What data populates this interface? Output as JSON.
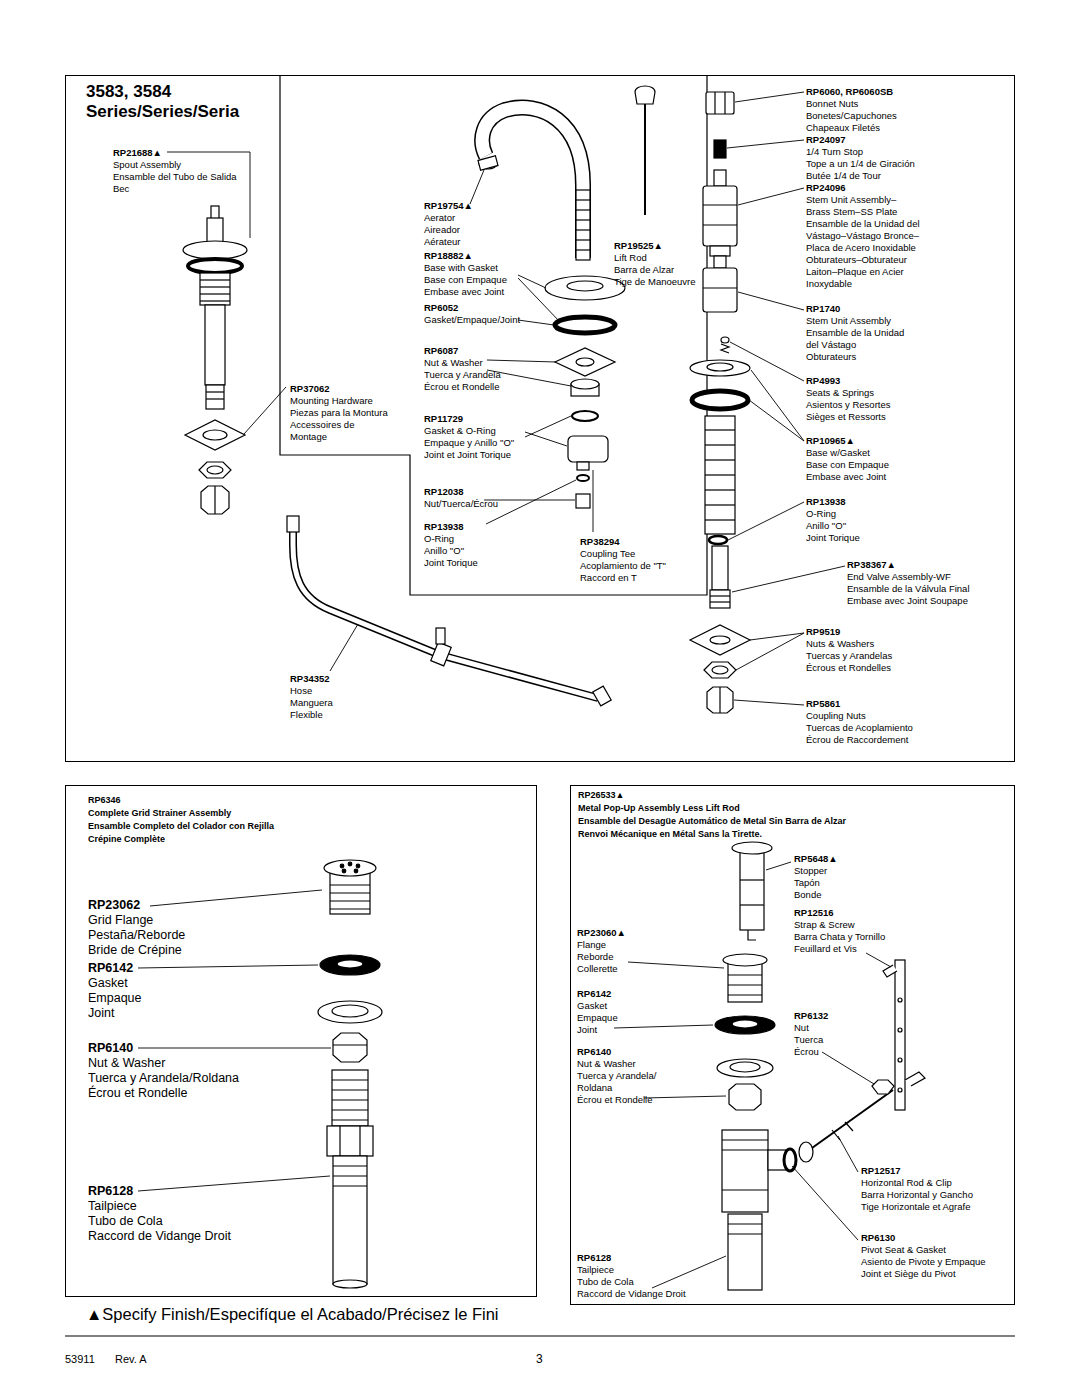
{
  "diagram": {
    "nodes": [
      {
        "text": [
          "3583, 3584",
          "Series/Series/Seria"
        ]
      },
      {
        "text": [
          "RP6346",
          "Complete Grid Strainer Assembly",
          "Ensamble Completo del Colador con Rejilla",
          "Crépine Complète"
        ]
      },
      {
        "text": [
          "RP26533▲",
          "Metal Pop-Up Assembly Less Lift Rod",
          "Ensamble del Desagüe Automático de Metal Sin Barra de Alzar",
          "Renvoi Mécanique en Métal Sans la Tirette."
        ]
      }
    ],
    "labels": [
      "RP21688▲",
      "Spout Assembly",
      "Ensamble del Tubo de Salida",
      "Bec",
      "RP19754▲",
      "Aerator",
      "Aireador",
      "Aérateur",
      "RP18882▲",
      "Base with Gasket",
      "Base con Empaque",
      "Embase avec Joint",
      "RP6052",
      "Gasket/Empaque/Joint",
      "RP6087",
      "Nut & Washer",
      "Tuerca y Arandela",
      "Écrou et Rondelle",
      "RP37062",
      "Mounting Hardware",
      "Piezas para la Montura",
      "Accessoires de",
      "Montage",
      "RP11729",
      "Gasket & O-Ring",
      "Empaque y Anillo \"O\"",
      "Joint et Joint Torique",
      "RP12038",
      "Nut/Tuerca/Écrou",
      "RP13938",
      "O-Ring",
      "Anillo \"O\"",
      "Joint Torique",
      "RP38294",
      "Coupling Tee",
      "Acoplamiento de \"T\"",
      "Raccord en T",
      "RP19525▲",
      "Lift Rod",
      "Barra de Alzar",
      "Tige de Manoeuvre",
      "RP6060, RP6060SB",
      "Bonnet Nuts",
      "Bonetes/Capuchones",
      "Chapeaux Filetés",
      "RP24097",
      "1/4 Turn Stop",
      "Tope a un 1/4 de Giración",
      "Butée 1/4 de Tour",
      "RP24096",
      "Stem Unit Assembly–",
      "Brass Stem–SS Plate",
      "Ensamble de la Unidad del",
      "Vástago–Vástago Bronce–",
      "Placa de Acero Inoxidable",
      "Obturateurs–Obturateur",
      "Laiton–Plaque en Acier",
      "Inoxydable",
      "RP1740",
      "Stem Unit Assembly",
      "Ensamble de la Unidad",
      "del Vástago",
      "Obturateurs",
      "RP4993",
      "Seats & Springs",
      "Asientos y Resortes",
      "Sièges et Ressorts",
      "RP10965▲",
      "Base w/Gasket",
      "Base con Empaque",
      "Embase avec Joint",
      "RP13938",
      "O-Ring",
      "Anillo \"O\"",
      "Joint Torique",
      "RP38367▲",
      "End Valve Assembly-WF",
      "Ensamble de la Válvula Final",
      "Embase avec Joint Soupape",
      "RP9519",
      "Nuts & Washers",
      "Tuercas y Arandelas",
      "Écrous et Rondelles",
      "RP5861",
      "Coupling Nuts",
      "Tuercas de Acoplamiento",
      "Écrou de Raccordement",
      "RP34352",
      "Hose",
      "Manguera",
      "Flexible",
      "RP23062",
      "Grid Flange",
      "Pestaña/Reborde",
      "Bride de Crépine",
      "RP6142",
      "Gasket",
      "Empaque",
      "Joint",
      "RP6140",
      "Nut & Washer",
      "Tuerca y Arandela/Roldana",
      "Écrou et Rondelle",
      "RP6128",
      "Tailpiece",
      "Tubo de Cola",
      "Raccord de Vidange Droit",
      "RP5648▲",
      "Stopper",
      "Tapón",
      "Bonde",
      "RP12516",
      "Strap & Screw",
      "Barra Chata y Tornillo",
      "Feuillard et Vis",
      "RP23060▲",
      "Flange",
      "Reborde",
      "Collerette",
      "RP6142",
      "Gasket",
      "Empaque",
      "Joint",
      "RP6132",
      "Nut",
      "Tuerca",
      "Écrou",
      "RP6140",
      "Nut & Washer",
      "Tuerca y Arandela/",
      "Roldana",
      "Écrou et Rondelle",
      "RP12517",
      "Horizontal Rod & Clip",
      "Barra Horizontal y Gancho",
      "Tige Horizontale et Agrafe",
      "RP6130",
      "Pivot Seat & Gasket",
      "Asiento de Pivote y Empaque",
      "Joint et Siège du Pivot",
      "RP6128",
      "Tailpiece",
      "Tubo de Cola",
      "Raccord de Vidange Droit",
      "▲Specify Finish/Especifíque el Acabado/Précisez le Fini",
      "53911",
      "Rev. A",
      "3"
    ]
  }
}
